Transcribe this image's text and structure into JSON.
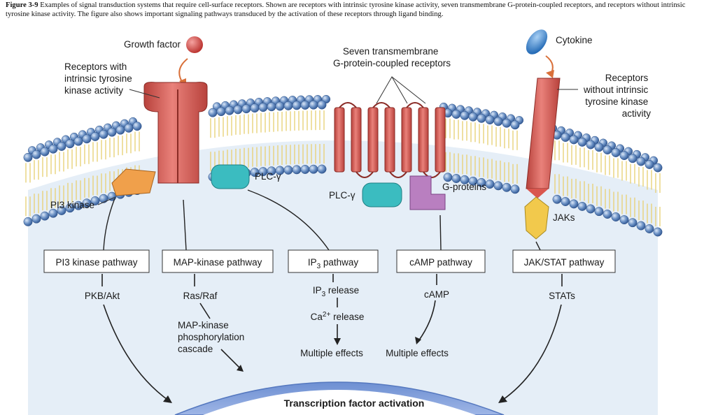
{
  "caption": {
    "figure_label": "Figure 3-9",
    "text": "Examples of signal transduction systems that require cell-surface receptors. Shown are receptors with intrinsic tyrosine kinase activity, seven transmembrane G-protein-coupled receptors, and receptors without intrinsic tyrosine kinase activity. The figure also shows important signaling pathways transduced by the activation of these receptors through ligand binding."
  },
  "labels": {
    "growth_factor": "Growth factor",
    "rtk": [
      "Receptors with",
      "intrinsic tyrosine",
      "kinase activity"
    ],
    "gpcr": [
      "Seven transmembrane",
      "G-protein-coupled receptors"
    ],
    "cytokine": "Cytokine",
    "non_rtk": [
      "Receptors",
      "without intrinsic",
      "tyrosine kinase",
      "activity"
    ],
    "pi3_kinase": "PI3 kinase",
    "plc_gamma_1": "PLC-γ",
    "plc_gamma_2": "PLC-γ",
    "g_proteins": "G-proteins",
    "jaks": "JAKs"
  },
  "pathways": {
    "pi3": "PI3 kinase pathway",
    "mapk": "MAP-kinase pathway",
    "ip3_main": "IP",
    "ip3_sub": "3",
    "ip3_tail": " pathway",
    "camp": "cAMP pathway",
    "jakstat": "JAK/STAT pathway"
  },
  "steps": {
    "pkb": "PKB/Akt",
    "rasraf": "Ras/Raf",
    "mapk_cascade": [
      "MAP-kinase",
      "phosphorylation",
      "cascade"
    ],
    "ip3_release_main": "IP",
    "ip3_release_sub": "3",
    "ip3_release_tail": " release",
    "ca_main": "Ca",
    "ca_sup": "2+",
    "ca_tail": " release",
    "multiple_effects_1": "Multiple effects",
    "camp": "cAMP",
    "multiple_effects_2": "Multiple effects",
    "stats": "STATs"
  },
  "nucleus": {
    "label": "Transcription factor activation"
  },
  "colors": {
    "cytoplasm": "#e5eef7",
    "lipid_head": "#6a90c4",
    "lipid_tail": "#e8d27a",
    "receptor": "#d9564e",
    "pi3": "#f0a04b",
    "plc": "#3bbcc0",
    "gprotein": "#b97fc0",
    "jak": "#f2c94c",
    "cytokine": "#3a86d6",
    "growth_factor": "#d9433f",
    "nucleus": "#7a9bd8",
    "arrow_orange": "#d9703a"
  }
}
